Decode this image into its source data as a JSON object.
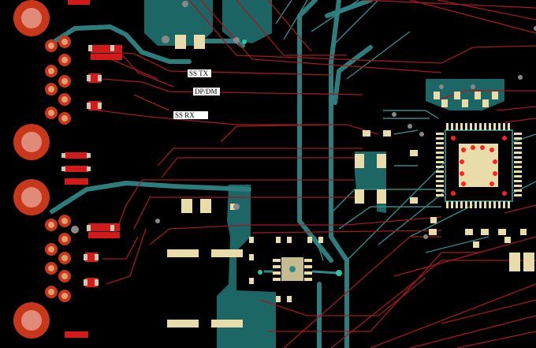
{
  "view": {
    "type": "pcb-layout",
    "background_color": "#000000",
    "copper_pour_color": "#1f6b6b",
    "trace_color": "#b3121e",
    "inner_trace_color": "#2e8b8b",
    "via_color": "#c8371a",
    "pad_color": "#e8dcaa",
    "component_color": "#cc2020"
  },
  "net_labels": [
    {
      "id": "ss-tx",
      "text": "SS TX"
    },
    {
      "id": "dp-dm",
      "text": "DP/DM"
    },
    {
      "id": "ss-rx",
      "text": "SS RX"
    }
  ],
  "components": [
    {
      "name": "usb-connector-top",
      "icon": "connector-icon"
    },
    {
      "name": "usb-connector-bottom",
      "icon": "connector-icon"
    },
    {
      "name": "qfn-ic-main",
      "icon": "chip-icon"
    },
    {
      "name": "switch-ic-small",
      "icon": "chip-icon"
    }
  ]
}
